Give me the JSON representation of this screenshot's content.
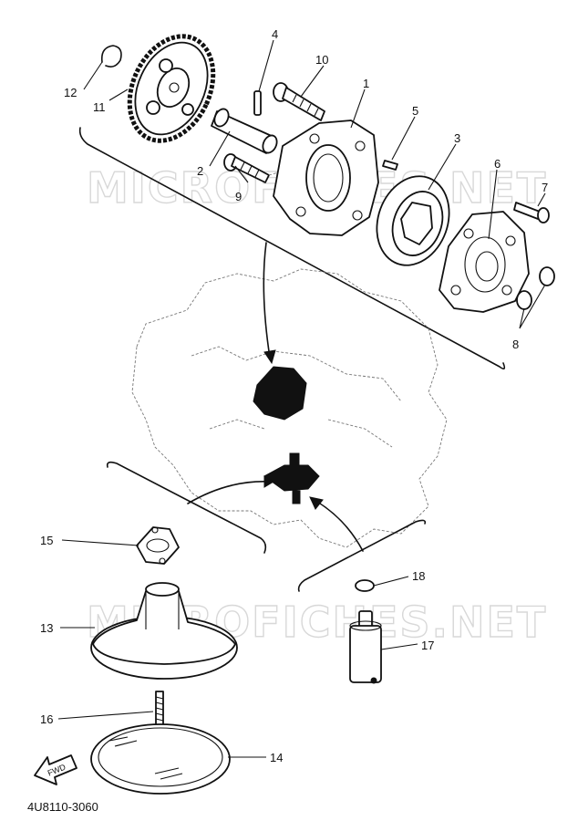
{
  "watermarks": [
    "MICROFICHES.NET",
    "MICROFICHES.NET"
  ],
  "callouts": {
    "c1": "1",
    "c2": "2",
    "c3": "3",
    "c4": "4",
    "c5": "5",
    "c6": "6",
    "c7": "7",
    "c8": "8",
    "c9": "9",
    "c10": "10",
    "c11": "11",
    "c12": "12",
    "c13": "13",
    "c14": "14",
    "c15": "15",
    "c16": "16",
    "c17": "17",
    "c18": "18"
  },
  "fwd_label": "FWD",
  "diagram_code": "4U8110-3060"
}
